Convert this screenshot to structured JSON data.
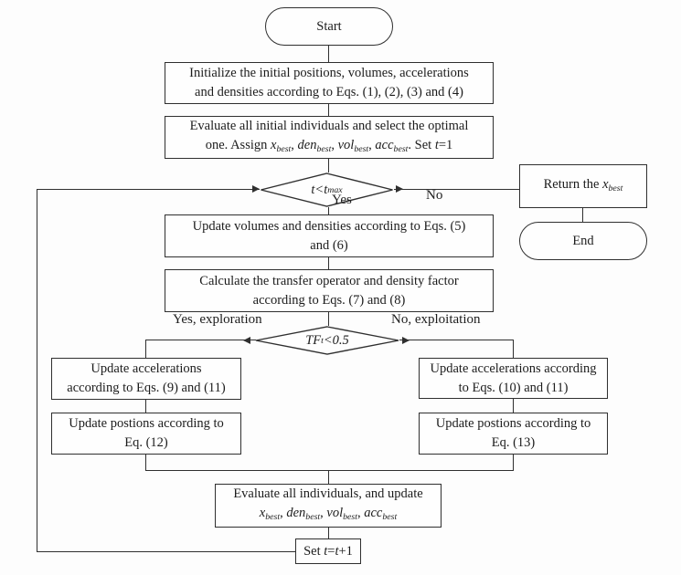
{
  "colors": {
    "line": "#2f2f2f",
    "node_fill": "#fefefe",
    "background": "#fdfdfd"
  },
  "nodes": {
    "start": {
      "label": "Start"
    },
    "initialize": {
      "line1": "Initialize the initial positions, volumes, accelerations",
      "line2": "and densities according to Eqs. (1), (2), (3) and (4)"
    },
    "evaluate_initial": {
      "line1": "Evaluate all initial individuals and select the optimal",
      "line2_rich": [
        {
          "t": "one. Assign "
        },
        {
          "t": "x",
          "i": true
        },
        {
          "t": "best",
          "i": true,
          "sub": true
        },
        {
          "t": ", "
        },
        {
          "t": "den",
          "i": true
        },
        {
          "t": "best",
          "i": true,
          "sub": true
        },
        {
          "t": ", "
        },
        {
          "t": "vol",
          "i": true
        },
        {
          "t": "best",
          "i": true,
          "sub": true
        },
        {
          "t": ", "
        },
        {
          "t": "acc",
          "i": true
        },
        {
          "t": "best",
          "i": true,
          "sub": true
        },
        {
          "t": ". Set "
        },
        {
          "t": "t",
          "i": true
        },
        {
          "t": "=1"
        }
      ]
    },
    "loop_decision": {
      "label_rich": [
        {
          "t": "t",
          "i": true
        },
        {
          "t": "<",
          "i": true
        },
        {
          "t": "t",
          "i": true
        },
        {
          "t": "max",
          "i": true,
          "sub": true
        }
      ]
    },
    "return_best": {
      "label_rich": [
        {
          "t": "Return the "
        },
        {
          "t": "x",
          "i": true
        },
        {
          "t": "best",
          "i": true,
          "sub": true
        }
      ]
    },
    "end": {
      "label": "End"
    },
    "update_volumes": {
      "line1": "Update volumes and densities according to Eqs. (5)",
      "line2": "and (6)"
    },
    "calculate_transfer": {
      "line1": "Calculate the transfer operator and density factor",
      "line2": "according to Eqs. (7) and (8)"
    },
    "tf_decision": {
      "label_rich": [
        {
          "t": "TF",
          "i": true
        },
        {
          "t": "t",
          "i": true,
          "sup": true
        },
        {
          "t": "<0.5",
          "i": true
        }
      ]
    },
    "left_accelerations": {
      "line1": "Update accelerations",
      "line2": "according to Eqs. (9) and (11)"
    },
    "left_positions": {
      "line1": "Update postions according to",
      "line2": "Eq. (12)"
    },
    "right_accelerations": {
      "line1": "Update accelerations according",
      "line2": "to Eqs. (10) and (11)"
    },
    "right_positions": {
      "line1": "Update postions according to",
      "line2": "Eq. (13)"
    },
    "evaluate_update": {
      "line1": "Evaluate all individuals, and update",
      "line2_rich": [
        {
          "t": "x",
          "i": true
        },
        {
          "t": "best",
          "i": true,
          "sub": true
        },
        {
          "t": ", "
        },
        {
          "t": "den",
          "i": true
        },
        {
          "t": "best",
          "i": true,
          "sub": true
        },
        {
          "t": ", "
        },
        {
          "t": "vol",
          "i": true
        },
        {
          "t": "best",
          "i": true,
          "sub": true
        },
        {
          "t": ", "
        },
        {
          "t": "acc",
          "i": true
        },
        {
          "t": "best",
          "i": true,
          "sub": true
        }
      ]
    },
    "set_increment": {
      "label_rich": [
        {
          "t": "Set "
        },
        {
          "t": "t",
          "i": true
        },
        {
          "t": "="
        },
        {
          "t": "t",
          "i": true
        },
        {
          "t": "+1"
        }
      ]
    }
  },
  "edge_labels": {
    "yes": "Yes",
    "no": "No",
    "yes_exploration": "Yes, exploration",
    "no_exploitation": "No, exploitation"
  }
}
